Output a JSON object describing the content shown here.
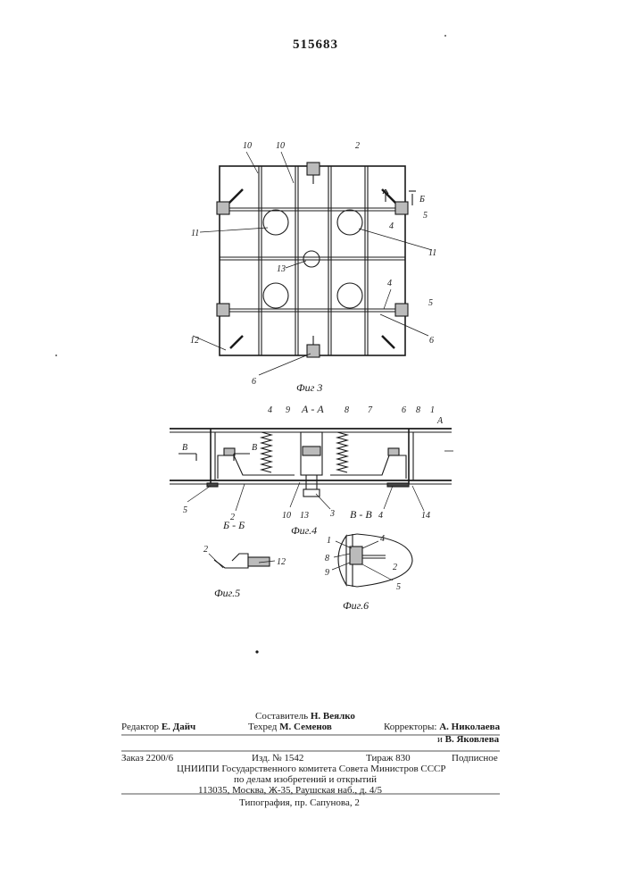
{
  "patent_number": "515683",
  "figures": {
    "fig3": {
      "caption": "Фиг 3",
      "labels": {
        "l10a": "10",
        "l10b": "10",
        "l2": "2",
        "lB": "Б",
        "l4a": "4",
        "l5a": "5",
        "l11a": "11",
        "l11b": "11",
        "l13": "13",
        "l4b": "4",
        "l5b": "5",
        "l12": "12",
        "l6a": "6",
        "l6b": "6"
      }
    },
    "fig4": {
      "caption": "Фиг.4",
      "section": "А - А",
      "labels": {
        "l4": "4",
        "l9": "9",
        "l8a": "8",
        "l7": "7",
        "l6": "6",
        "l8b": "8",
        "l1": "1",
        "lA": "А",
        "lB1": "В",
        "lB2": "В",
        "l5": "5",
        "l2": "2",
        "l10": "10",
        "l13": "13",
        "l3": "3",
        "l4b": "4",
        "l14": "14"
      }
    },
    "fig5": {
      "caption": "Фиг.5",
      "section": "Б - Б",
      "labels": {
        "l2": "2",
        "l12": "12"
      }
    },
    "fig6": {
      "caption": "Фиг.6",
      "section": "В - В",
      "labels": {
        "l1": "1",
        "l4": "4",
        "l8": "8",
        "l2": "2",
        "l9": "9",
        "l5": "5"
      }
    }
  },
  "imprint": {
    "compiler_label": "Составитель",
    "compiler_name": "Н. Веялко",
    "editor_label": "Редактор",
    "editor_name": "Е. Дайч",
    "techred_label": "Техред",
    "techred_name": "М. Семенов",
    "correctors_label": "Корректоры:",
    "corrector1": "А. Николаева",
    "corrector2_prefix": "и",
    "corrector2": "В. Яковлева",
    "order": "Заказ 2200/6",
    "edition": "Изд. № 1542",
    "circulation": "Тираж 830",
    "subscription": "Подписное",
    "org_line1": "ЦНИИПИ Государственного комитета Совета Министров СССР",
    "org_line2": "по делам изобретений и открытий",
    "org_line3": "113035, Москва, Ж-35, Раушская наб., д. 4/5",
    "typography": "Типография, пр. Сапунова, 2"
  }
}
